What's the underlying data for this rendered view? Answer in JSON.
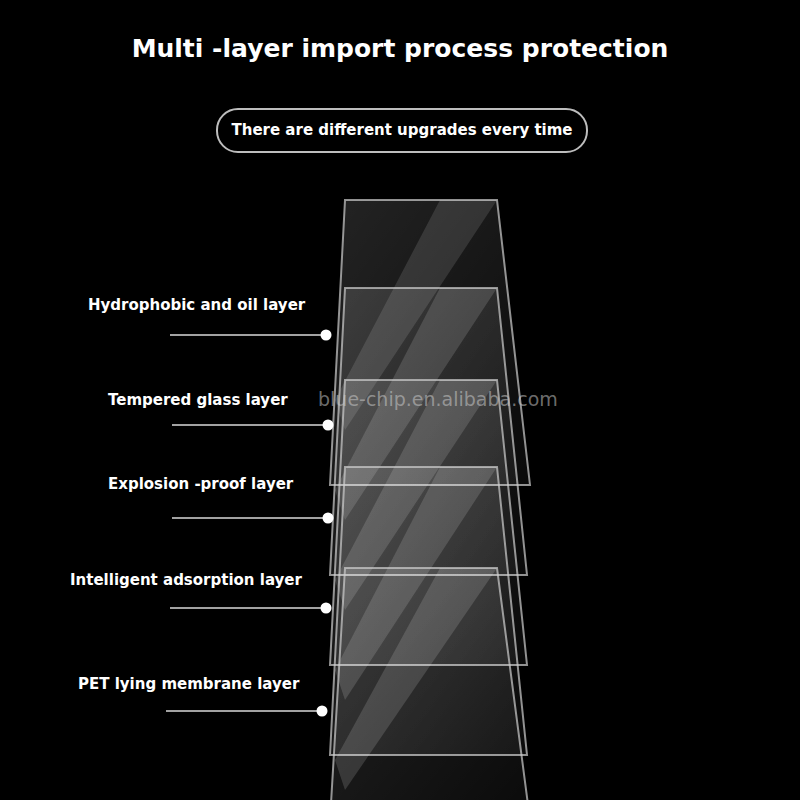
{
  "diagram": {
    "title": "Multi -layer import process protection",
    "nodes": [
      {
        "text": [
          "There are different upgrades every time"
        ]
      }
    ],
    "labels": [
      "Hydrophobic and oil layer",
      "Tempered glass layer",
      "Explosion -proof layer",
      "Intelligent adsorption layer",
      "PET lying membrane layer",
      "blue-chip.en.alibaba.com"
    ]
  }
}
